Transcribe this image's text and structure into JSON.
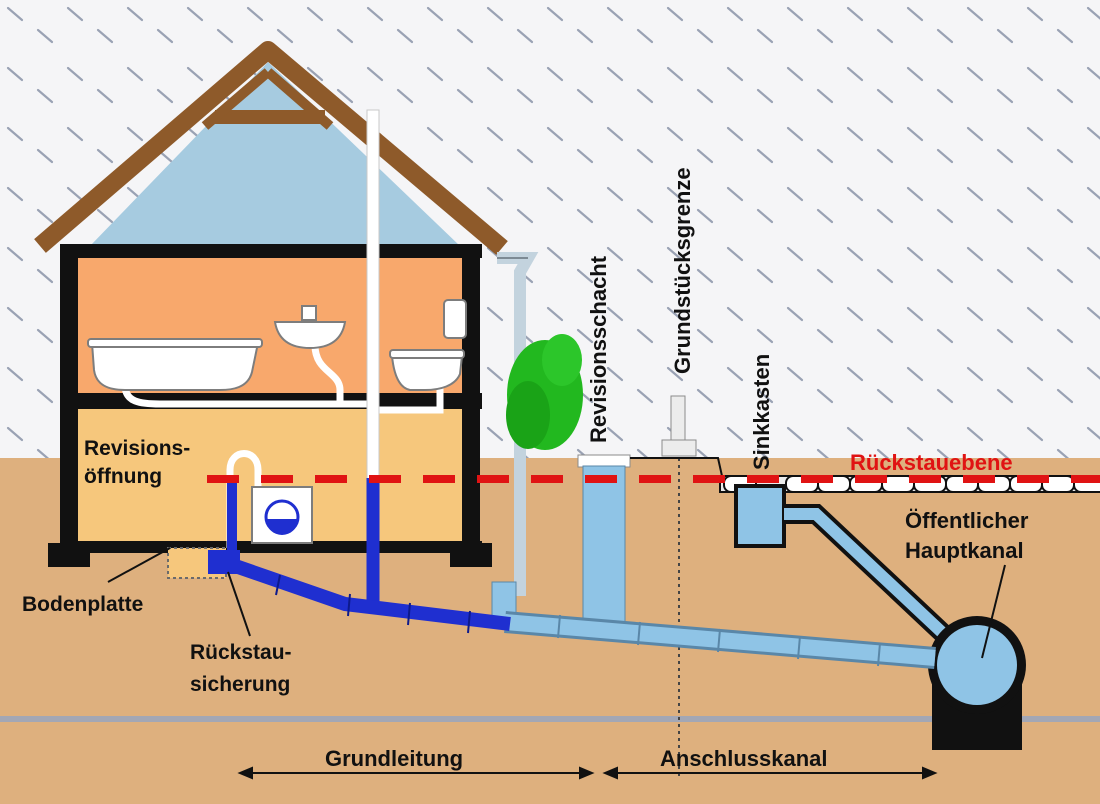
{
  "labels": {
    "revisionsoeffnung_line1": "Revisions-",
    "revisionsoeffnung_line2": "öffnung",
    "bodenplatte": "Bodenplatte",
    "rueckstausicherung_line1": "Rückstau-",
    "rueckstausicherung_line2": "sicherung",
    "revisionsschacht": "Revisionsschacht",
    "grundstuecksgrenze": "Grundstücksgrenze",
    "sinkkasten": "Sinkkasten",
    "rueckstauebene": "Rückstauebene",
    "hauptkanal_line1": "Öffentlicher",
    "hauptkanal_line2": "Hauptkanal",
    "grundleitung": "Grundleitung",
    "anschlusskanal": "Anschlusskanal"
  },
  "colors": {
    "sky": "#f5f5f7",
    "rain": "#9aa2b4",
    "ground": "#deb07e",
    "basement": "#f6c77c",
    "upper_floor": "#f8a86c",
    "attic": "#a6cbe0",
    "roof": "#8e5a2a",
    "wall": "#111111",
    "house_pipe": "#1f2fd0",
    "public_pipe": "#8fc4e6",
    "backflow_line": "#e01313",
    "tree": "#22b81f"
  },
  "icons": {
    "bathtub": "bathtub-icon",
    "sink": "sink-icon",
    "toilet": "toilet-icon",
    "washing_machine": "washing-machine-icon",
    "tree": "tree-icon"
  }
}
